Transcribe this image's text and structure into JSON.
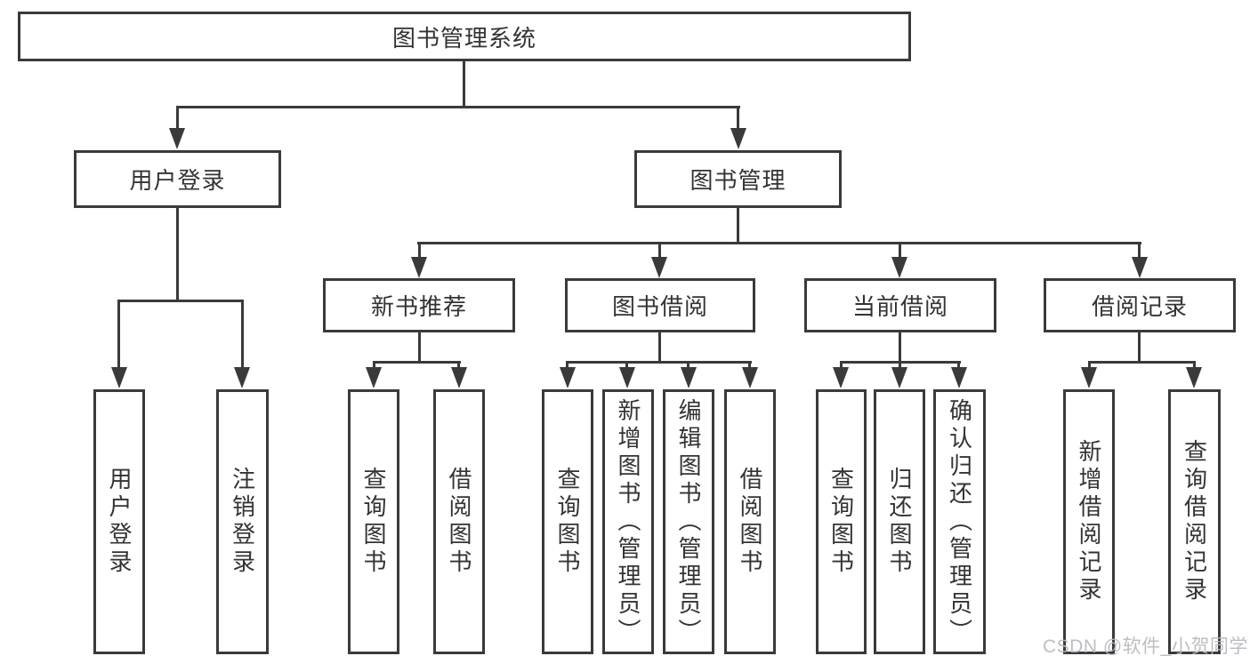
{
  "diagram": {
    "tree": {
      "label": "图书管理系统",
      "children": [
        {
          "label": "用户登录",
          "children": [
            {
              "label": "用户登录"
            },
            {
              "label": "注销登录"
            }
          ]
        },
        {
          "label": "图书管理",
          "children": [
            {
              "label": "新书推荐",
              "children": [
                {
                  "label": "查询图书"
                },
                {
                  "label": "借阅图书"
                }
              ]
            },
            {
              "label": "图书借阅",
              "children": [
                {
                  "label": "查询图书"
                },
                {
                  "label": "新增图书（管理员）"
                },
                {
                  "label": "编辑图书（管理员）"
                },
                {
                  "label": "借阅图书"
                }
              ]
            },
            {
              "label": "当前借阅",
              "children": [
                {
                  "label": "查询图书"
                },
                {
                  "label": "归还图书"
                },
                {
                  "label": "确认归还（管理员）"
                }
              ]
            },
            {
              "label": "借阅记录",
              "children": [
                {
                  "label": "新增借阅记录"
                },
                {
                  "label": "查询借阅记录"
                }
              ]
            }
          ]
        }
      ]
    }
  },
  "watermark": {
    "text": "CSDN @软件_小贺同学"
  },
  "colors": {
    "line": "#3a3a3a",
    "text": "#333333",
    "watermark": "#b6b9bd"
  }
}
